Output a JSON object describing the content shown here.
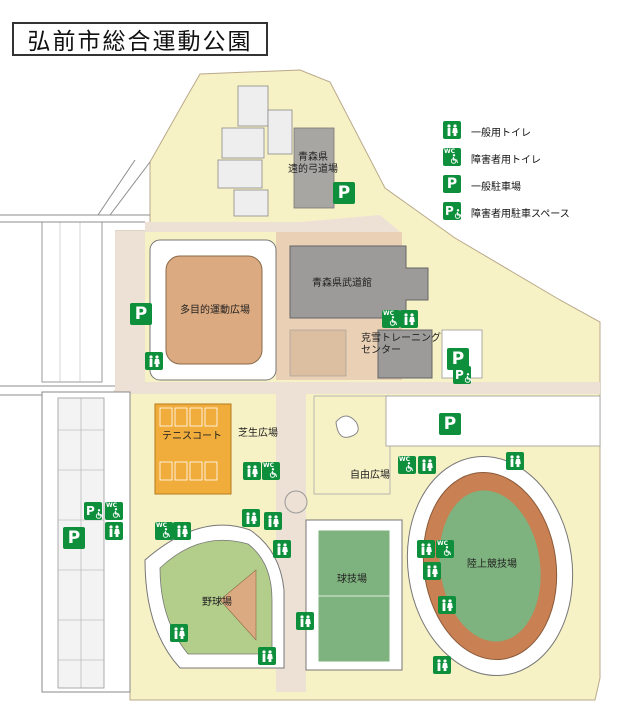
{
  "title": "弘前市総合運動公園",
  "legend": [
    {
      "icon": "restroom-icon",
      "label": "一般用トイレ"
    },
    {
      "icon": "accessible-restroom-icon",
      "label": "障害者用トイレ"
    },
    {
      "icon": "parking-icon",
      "label": "一般駐車場"
    },
    {
      "icon": "accessible-parking-icon",
      "label": "障害者用駐車スペース"
    }
  ],
  "facilities": {
    "archery": "青森県\n遠的弓道場",
    "multipurpose_ground": "多目的運動広場",
    "budokan": "青森県武道館",
    "snow_training": "克雪トレーニング\nセンター",
    "tennis": "テニスコート",
    "lawn": "芝生広場",
    "free_plaza": "自由広場",
    "baseball": "野球場",
    "ball_field": "球技場",
    "athletics": "陸上競技場"
  },
  "icon_glyphs": {
    "parking": "P",
    "wc": "WC"
  },
  "colors": {
    "icon_green": "#0e8f3c",
    "park_fill": "#f7f1c6",
    "path_fill": "#ede1d5",
    "building_gray": "#9c9b99",
    "tennis_orange": "#f0ad3c",
    "track_brown": "#c98052",
    "field_green": "#7eb27e"
  }
}
